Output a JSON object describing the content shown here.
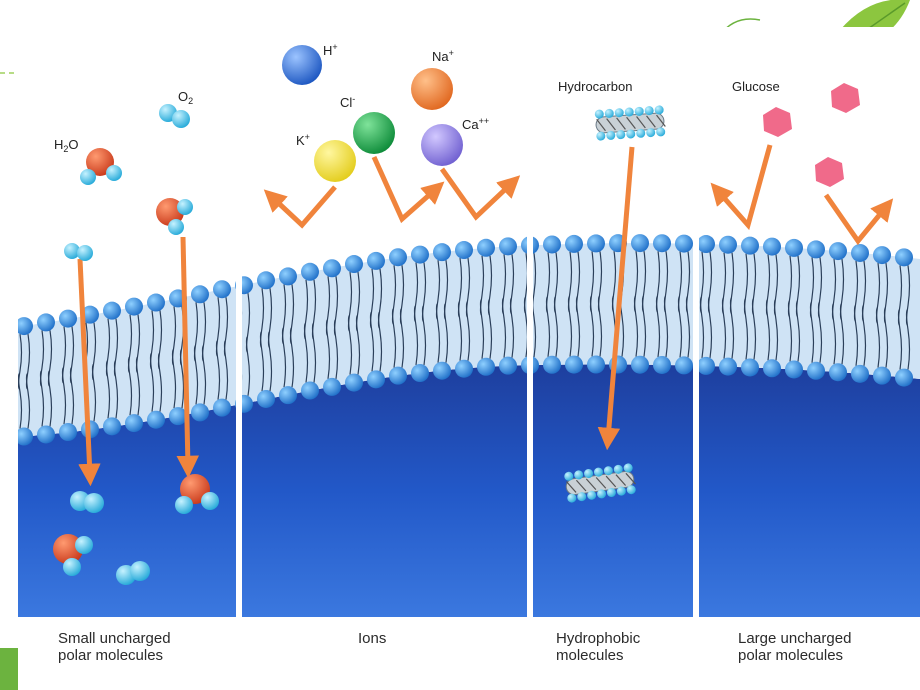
{
  "panels": [
    {
      "id": "small-uncharged",
      "caption": [
        "Small uncharged",
        "polar molecules"
      ],
      "outcome": "pass"
    },
    {
      "id": "ions",
      "caption": [
        "Ions"
      ],
      "outcome": "blocked"
    },
    {
      "id": "hydrophobic",
      "caption": [
        "Hydrophobic",
        "molecules"
      ],
      "outcome": "pass"
    },
    {
      "id": "large-uncharged",
      "caption": [
        "Large uncharged",
        "polar molecules"
      ],
      "outcome": "blocked"
    }
  ],
  "molecule_labels": {
    "water": "H2O",
    "oxygen": "O2",
    "hydrogen_ion": "H+",
    "chloride": "Cl-",
    "sodium": "Na+",
    "potassium": "K+",
    "calcium": "Ca++",
    "hydrocarbon": "Hydrocarbon",
    "glucose": "Glucose"
  },
  "colors": {
    "accent_green": "#6cb33f",
    "cytoplasm": "#1d4fb8",
    "membrane": "#cfe3f5",
    "phospholipid_head": "#2f8fe0",
    "arrow": "#f0843c",
    "h_ion": "#2a6ed8",
    "cl_ion": "#14a84a",
    "na_ion": "#f08a3a",
    "k_ion": "#f2e23a",
    "ca_ion": "#9a8be0",
    "glucose": "#f06a8a",
    "water_o": "#e0502a",
    "small_atom": "#3ec0e8"
  }
}
